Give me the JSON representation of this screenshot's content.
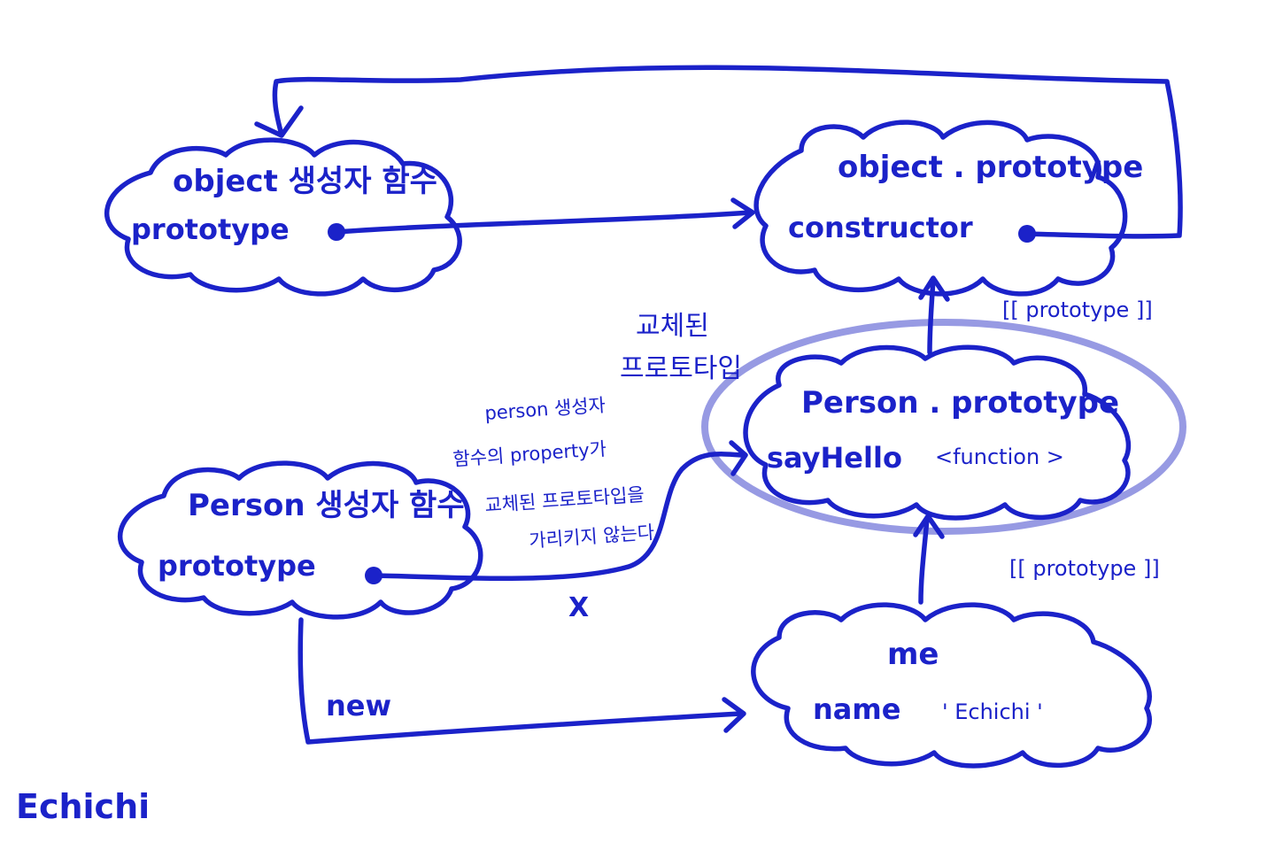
{
  "colors": {
    "ink": "#1b22c9",
    "highlight": "#8c8fe0",
    "background": "#ffffff"
  },
  "nodes": {
    "object_ctor": {
      "title": "object 생성자 함수",
      "field": "prototype"
    },
    "object_proto": {
      "title": "object . prototype",
      "field": "constructor"
    },
    "person_proto": {
      "title": "Person . prototype",
      "field": "sayHello",
      "value": "<function >"
    },
    "person_ctor": {
      "title": "Person 생성자 함수",
      "field": "prototype"
    },
    "me": {
      "title": "me",
      "field": "name",
      "value": "' Echichi '"
    }
  },
  "labels": {
    "proto_link_top": "[[ prototype ]]",
    "proto_link_bottom": "[[ prototype ]]",
    "replaced_prototype_line1": "교체된",
    "replaced_prototype_line2": "프로토타입",
    "note_line1": "person 생성자",
    "note_line2": "함수의 property가",
    "note_line3": "교체된 프로토타입을",
    "note_line4": "가리키지 않는다",
    "x_mark": "X",
    "new_label": "new",
    "signature": "Echichi"
  }
}
